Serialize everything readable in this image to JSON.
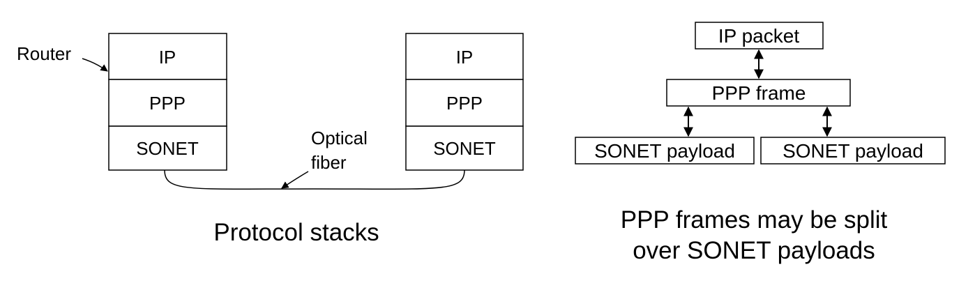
{
  "left_panel": {
    "router_label": "Router",
    "stack_a": {
      "layers": [
        "IP",
        "PPP",
        "SONET"
      ]
    },
    "stack_b": {
      "layers": [
        "IP",
        "PPP",
        "SONET"
      ]
    },
    "fiber_label": [
      "Optical",
      "fiber"
    ],
    "caption": "Protocol stacks"
  },
  "right_panel": {
    "ip_packet": "IP packet",
    "ppp_frame": "PPP frame",
    "payload_left": "SONET payload",
    "payload_right": "SONET payload",
    "caption": [
      "PPP frames may be split",
      "over SONET payloads"
    ]
  }
}
